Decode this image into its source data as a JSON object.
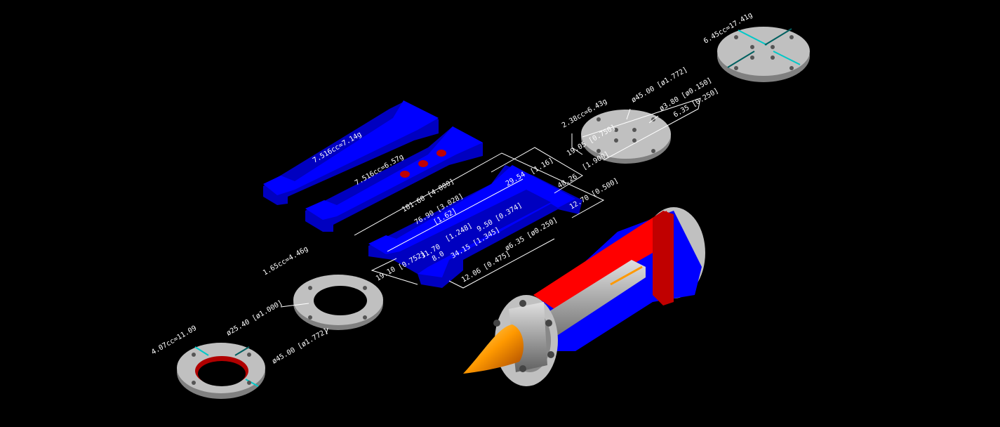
{
  "colors": {
    "background": "#000000",
    "part_blue": "#0000ff",
    "part_red": "#ff0000",
    "part_gray": "#c0c0c0",
    "slot_cyan": "#00c8c8",
    "tip_orange": "#ff9900",
    "dimension": "#ffffff"
  },
  "labels": {
    "disc_top_mass": "6.45cc=17.41g",
    "disc_mid_mass": "2.38cc=6.43g",
    "disc_mid_od": "ø45.00 [ø1.772]",
    "disc_mid_hole": "ø3.80 [ø0.150]",
    "disc_mid_hole_spacing": "6.35 [0.250]",
    "disc_mid_bc": "19.05 [0.750]",
    "frame_height_in": "[1.900]",
    "frame_height": "48.26",
    "frame_thk": "12.70 [0.500]",
    "frame_slot_in": "[1.16]",
    "frame_slot": "29.54",
    "frame_len": "101.60 [4.000]",
    "frame_inner_len": "76.90 [3.028]",
    "frame_gap": "9.50 [0.374]",
    "frame_arm": "[1.62]",
    "frame_arm2_in": "[1.248]",
    "frame_arm2": "31.70",
    "frame_end_in": "[0.752]",
    "frame_end": "19.10",
    "frame_small": "8.0",
    "frame_mid": "34.15 [1.345]",
    "frame_hole": "ø6.35 [ø0.250]",
    "frame_web": "12.06 [0.475]",
    "bar1_mass": "7.516cc=7.14g",
    "bar2_mass": "7.516cc=6.57g",
    "ring_mass": "1.65cc=4.46g",
    "ring_id": "ø25.40 [ø1.000]",
    "ring_od": "ø45.00 [ø1.772]",
    "collar_mass": "4.07cc=11.09"
  }
}
